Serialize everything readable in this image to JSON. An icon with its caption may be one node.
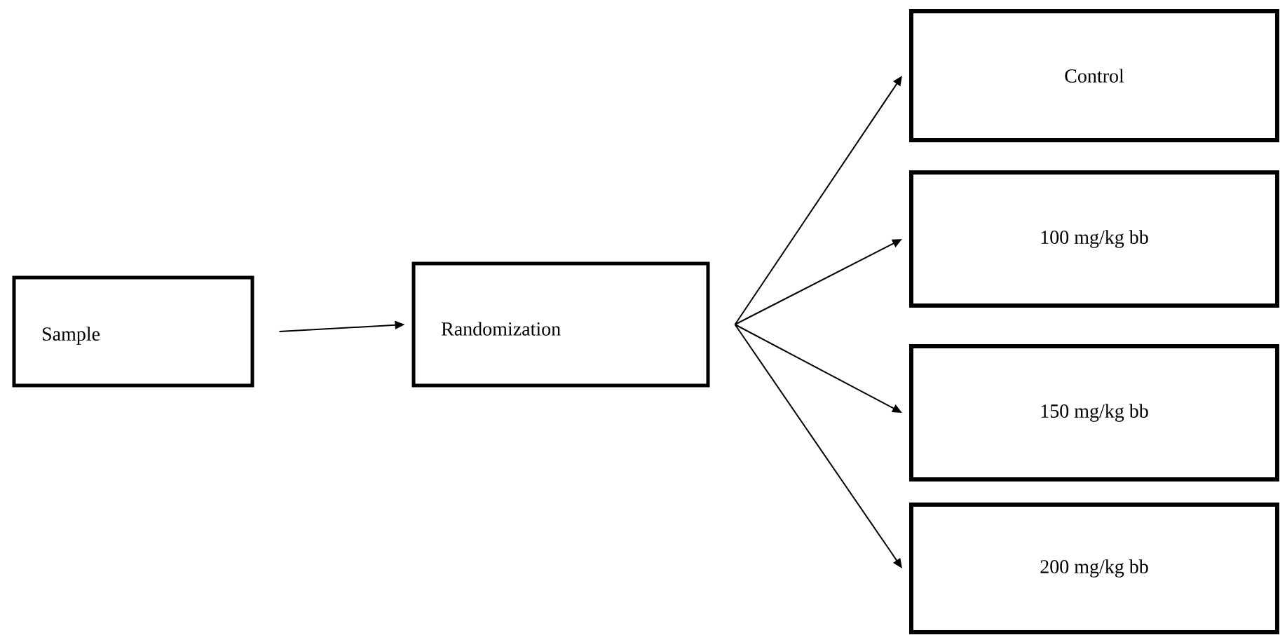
{
  "diagram": {
    "nodes": [
      {
        "text": [
          "Sample"
        ]
      },
      {
        "text": [
          "Randomization"
        ]
      },
      {
        "text": [
          "Control"
        ]
      },
      {
        "text": [
          "100 mg/kg bb"
        ]
      },
      {
        "text": [
          "150 mg/kg bb"
        ]
      },
      {
        "text": [
          "200 mg/kg bb"
        ]
      }
    ],
    "edges": [
      {
        "from": 0,
        "to": 1,
        "arrow": "to"
      },
      {
        "from": 1,
        "to": 2,
        "arrow": "to"
      },
      {
        "from": 1,
        "to": 3,
        "arrow": "to"
      },
      {
        "from": 1,
        "to": 4,
        "arrow": "to"
      },
      {
        "from": 1,
        "to": 5,
        "arrow": "to"
      }
    ]
  }
}
